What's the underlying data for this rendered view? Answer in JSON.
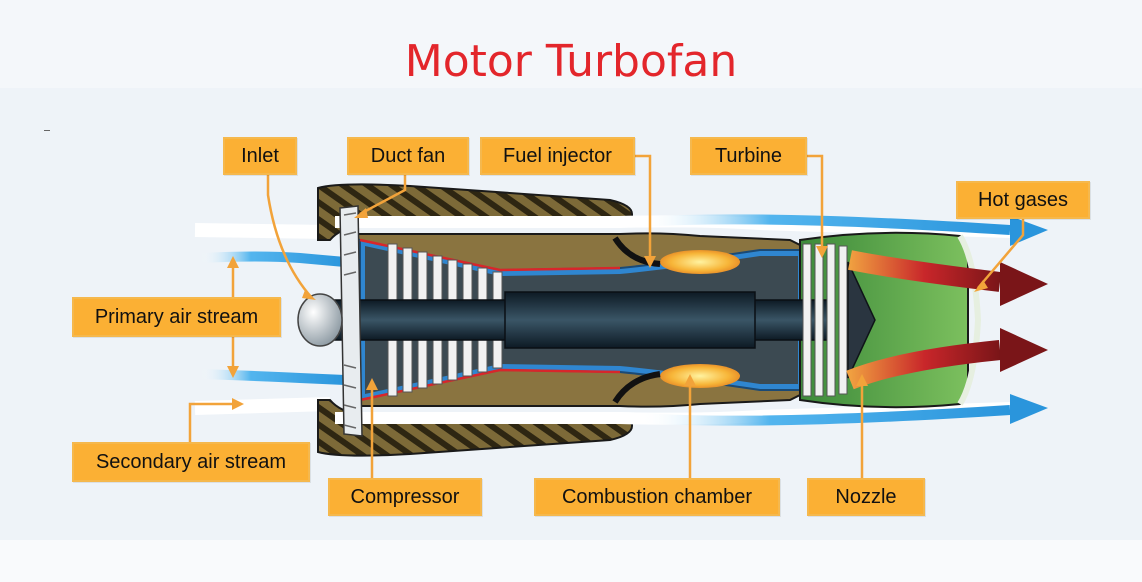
{
  "title": "Motor Turbofan",
  "labels": {
    "inlet": "Inlet",
    "duct_fan": "Duct fan",
    "fuel_injector": "Fuel injector",
    "turbine": "Turbine",
    "hot_gases": "Hot gases",
    "primary_air_stream": "Primary air stream",
    "secondary_air_stream": "Secondary air stream",
    "compressor": "Compressor",
    "combustion_chamber": "Combustion chamber",
    "nozzle": "Nozzle"
  },
  "colors": {
    "title": "#e3262b",
    "label_fill": "#fbb034",
    "leader_line": "#f2a33a",
    "casing": "#6b5a2f",
    "casing_stripe": "#2b2414",
    "primary_air": "#3aa7e8",
    "secondary_air": "#3aa7e8",
    "hot_gas": "#b01e23",
    "nozzle_green": "#5fae4a",
    "flame": "#f7b538",
    "shaft": "#1e2b36"
  }
}
